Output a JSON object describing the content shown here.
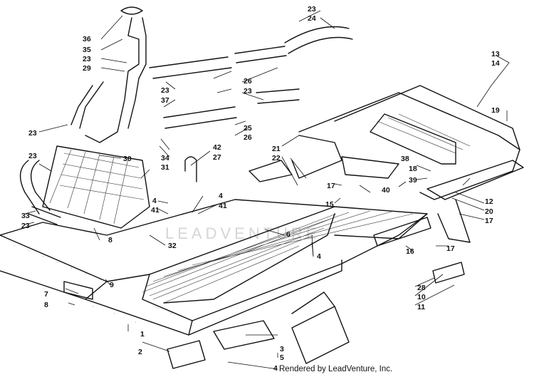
{
  "credit": "Rendered by LeadVenture, Inc.",
  "watermark": "LEADVENTURE",
  "callouts": {
    "c1": "1",
    "c2": "2",
    "c3": "3",
    "c4a": "4",
    "c4b": "4",
    "c4c": "4",
    "c4d": "4",
    "c5": "5",
    "c6": "6",
    "c7": "7",
    "c8a": "8",
    "c8b": "8",
    "c9": "9",
    "c10": "10",
    "c11": "11",
    "c12": "12",
    "c13": "13",
    "c14": "14",
    "c15": "15",
    "c16": "16",
    "c17a": "17",
    "c17b": "17",
    "c17c": "17",
    "c18": "18",
    "c19": "19",
    "c20": "20",
    "c21": "21",
    "c22": "22",
    "c23a": "23",
    "c23b": "23",
    "c23c": "23",
    "c23d": "23",
    "c23e": "23",
    "c23f": "23",
    "c23g": "23",
    "c24": "24",
    "c25": "25",
    "c26a": "26",
    "c26b": "26",
    "c27": "27",
    "c28": "28",
    "c29": "29",
    "c30": "30",
    "c31": "31",
    "c32": "32",
    "c33": "33",
    "c34": "34",
    "c35": "35",
    "c36": "36",
    "c37": "37",
    "c38": "38",
    "c39": "39",
    "c40": "40",
    "c41a": "41",
    "c41b": "41",
    "c42": "42"
  }
}
